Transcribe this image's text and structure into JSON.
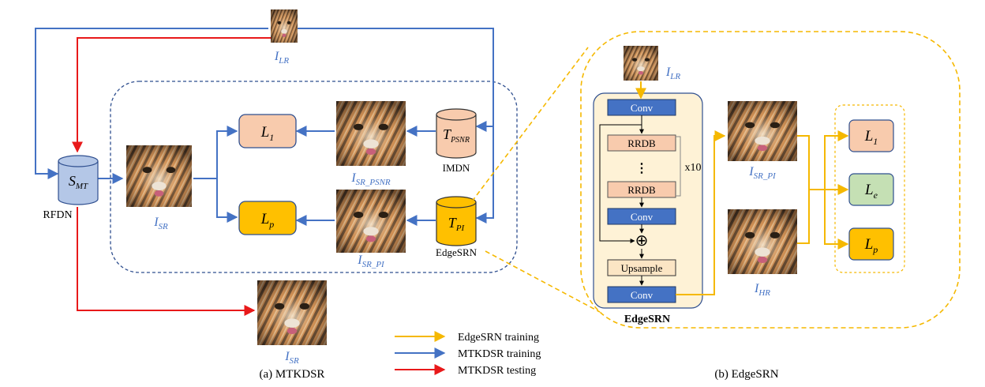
{
  "colors": {
    "edgesrn_training": "#F5B800",
    "mtkdsr_training": "#4472C4",
    "mtkdsr_testing": "#E8191A",
    "loss_l1_fill": "#F8CBAD",
    "loss_lp_fill": "#FFC000",
    "loss_le_fill": "#C5E0B4",
    "conv_fill": "#4472C4",
    "rrdb_fill": "#F8CBAD",
    "upsample_fill": "#FBE5C4",
    "network_panel_fill": "#FEF2D6",
    "model_cyl_blue": "#B4C7E7",
    "model_cyl_salmon": "#F8CBAD",
    "model_cyl_gold": "#FFC000"
  },
  "left": {
    "caption": "(a) MTKDSR",
    "student": {
      "symbol": "S",
      "sub": "MT",
      "name": "RFDN"
    },
    "teacher_psnr": {
      "symbol": "T",
      "sub": "PSNR",
      "name": "IMDN"
    },
    "teacher_pi": {
      "symbol": "T",
      "sub": "PI",
      "name": "EdgeSRN"
    },
    "img_lr": {
      "symbol": "I",
      "sub": "LR"
    },
    "img_sr": {
      "symbol": "I",
      "sub": "SR"
    },
    "img_sr_psnr": {
      "symbol": "I",
      "sub": "SR_PSNR"
    },
    "img_sr_pi": {
      "symbol": "I",
      "sub": "SR_PI"
    },
    "img_sr_test": {
      "symbol": "I",
      "sub": "SR"
    },
    "loss_l1": {
      "symbol": "L",
      "sub": "1"
    },
    "loss_lp": {
      "symbol": "L",
      "sub": "p"
    }
  },
  "right": {
    "caption": "(b) EdgeSRN",
    "network_title": "EdgeSRN",
    "img_lr": {
      "symbol": "I",
      "sub": "LR"
    },
    "img_sr_pi": {
      "symbol": "I",
      "sub": "SR_PI"
    },
    "img_hr": {
      "symbol": "I",
      "sub": "HR"
    },
    "blocks": {
      "conv1": "Conv",
      "rrdb1": "RRDB",
      "dots": "⋮",
      "rrdb2": "RRDB",
      "conv2": "Conv",
      "add": "⊕",
      "upsample": "Upsample",
      "conv3": "Conv"
    },
    "repeat_label": "x10",
    "loss_l1": {
      "symbol": "L",
      "sub": "1"
    },
    "loss_le": {
      "symbol": "L",
      "sub": "e"
    },
    "loss_lp": {
      "symbol": "L",
      "sub": "p"
    }
  },
  "legend": {
    "items": [
      {
        "label": "EdgeSRN training",
        "color": "#F5B800"
      },
      {
        "label": "MTKDSR training",
        "color": "#4472C4"
      },
      {
        "label": "MTKDSR testing",
        "color": "#E8191A"
      }
    ]
  }
}
